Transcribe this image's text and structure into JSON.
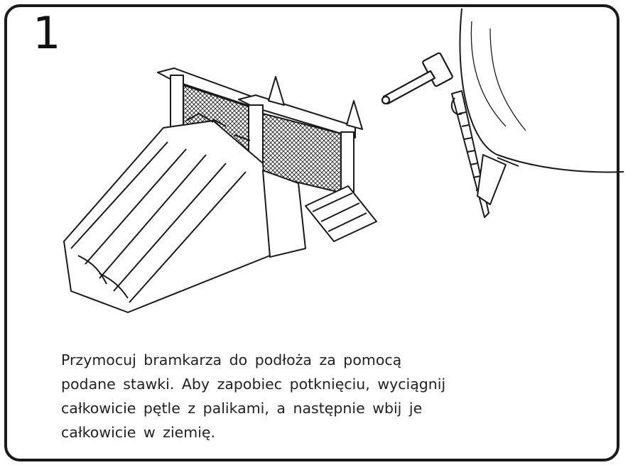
{
  "step": {
    "number": "1"
  },
  "instructions": {
    "lines": [
      "Przymocuj bramkarza do podłoża za pomocą",
      "podane stawki. Aby zapobiec potknięciu, wyciągnij",
      "całkowicie pętle z palikami, a następnie wbij je",
      "całkowicie w ziemię."
    ]
  },
  "illustration": {
    "icons": [
      "inflatable-castle-slide",
      "hammer-icon",
      "ground-stake-icon"
    ]
  }
}
